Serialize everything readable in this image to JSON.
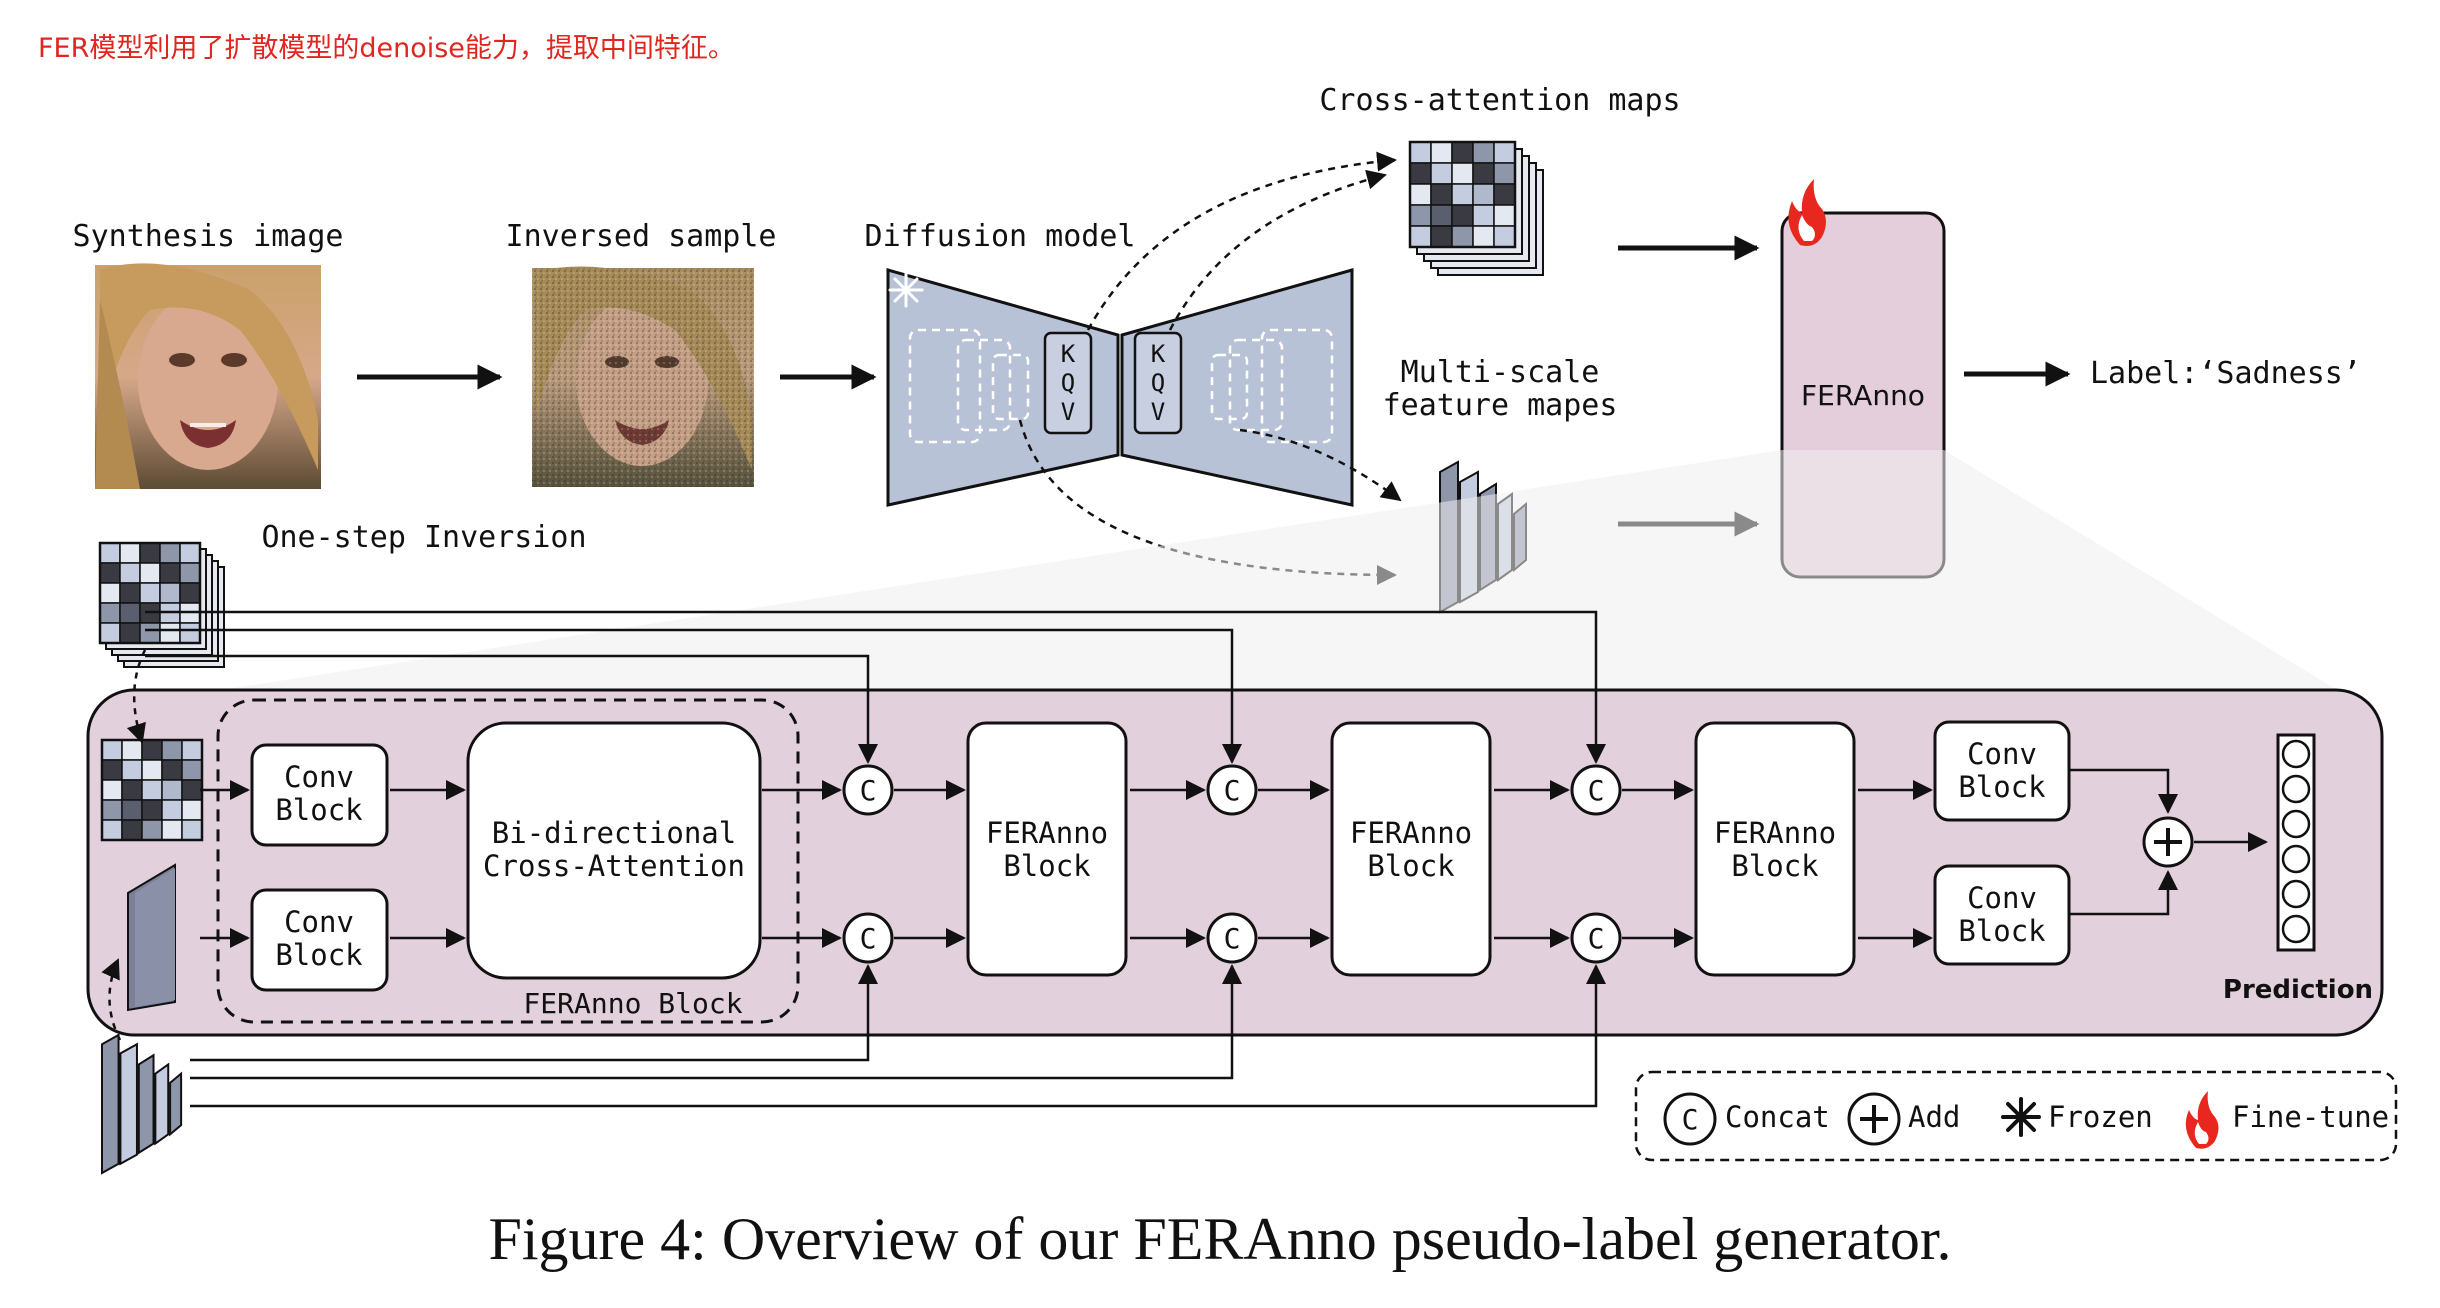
{
  "note": "FER模型利用了扩散模型的denoise能力，提取中间特征。",
  "labels": {
    "synthesis_image": "Synthesis image",
    "inversed_sample": "Inversed sample",
    "diffusion_model": "Diffusion model",
    "cross_attention_maps": "Cross-attention maps",
    "multi_scale_line1": "Multi-scale",
    "multi_scale_line2": "feature mapes",
    "one_step_inversion": "One-step Inversion",
    "feranno": "FERAnno",
    "label_output": "Label:‘Sadness’",
    "kqv_k": "K",
    "kqv_q": "Q",
    "kqv_v": "V",
    "conv_line1": "Conv",
    "conv_line2": "Block",
    "bidir_line1": "Bi-directional",
    "bidir_line2": "Cross-Attention",
    "feranno_block_group": "FERAnno Block",
    "feranno_block_line1": "FERAnno",
    "feranno_block_line2": "Block",
    "concat_symbol": "C",
    "prediction": "Prediction"
  },
  "legend": {
    "concat": "Concat",
    "add": "Add",
    "frozen": "Frozen",
    "finetune": "Fine-tune"
  },
  "caption": "Figure 4: Overview of our FERAnno pseudo-label generator.",
  "colors": {
    "panel_fill": "#e2d0dc",
    "feranno_fill": "#e4cedb",
    "diffusion_fill": "#b8c2d6",
    "stack_light": "#c4cce0",
    "stack_dark": "#3c3c44",
    "flame": "#e8281e",
    "note_red": "#e0261f"
  },
  "icons": [
    "snowflake-icon",
    "flame-icon",
    "concat-icon",
    "add-icon"
  ]
}
